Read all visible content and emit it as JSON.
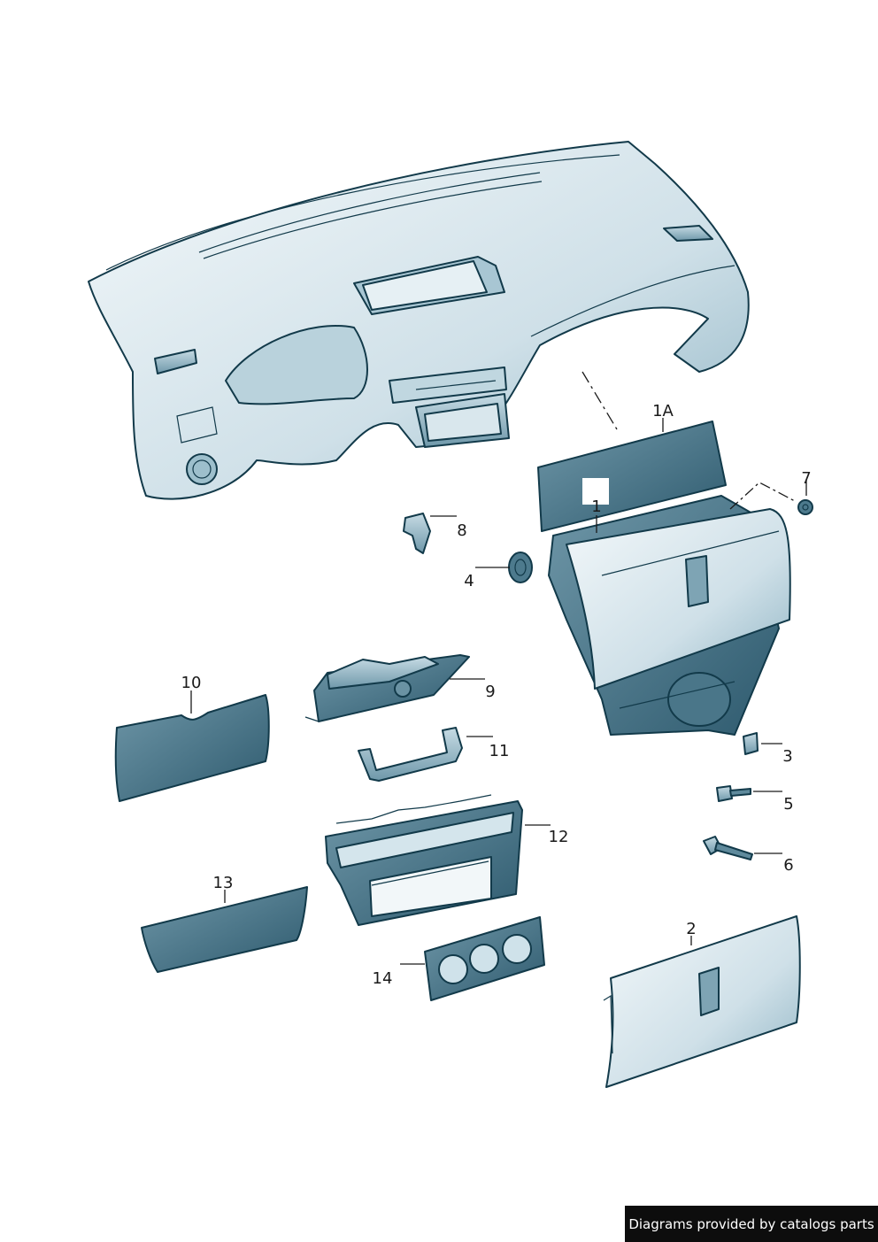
{
  "callouts": {
    "c1": "1",
    "c1a": "1A",
    "c2": "2",
    "c3": "3",
    "c4": "4",
    "c5": "5",
    "c6": "6",
    "c7": "7",
    "c8": "8",
    "c9": "9",
    "c10": "10",
    "c11": "11",
    "c12": "12",
    "c13": "13",
    "c14": "14"
  },
  "credit": "Diagrams provided by catalogs parts",
  "colors": {
    "light_part": "#cfe2ea",
    "dark_part": "#3f6f83",
    "outline": "#123a4a"
  }
}
